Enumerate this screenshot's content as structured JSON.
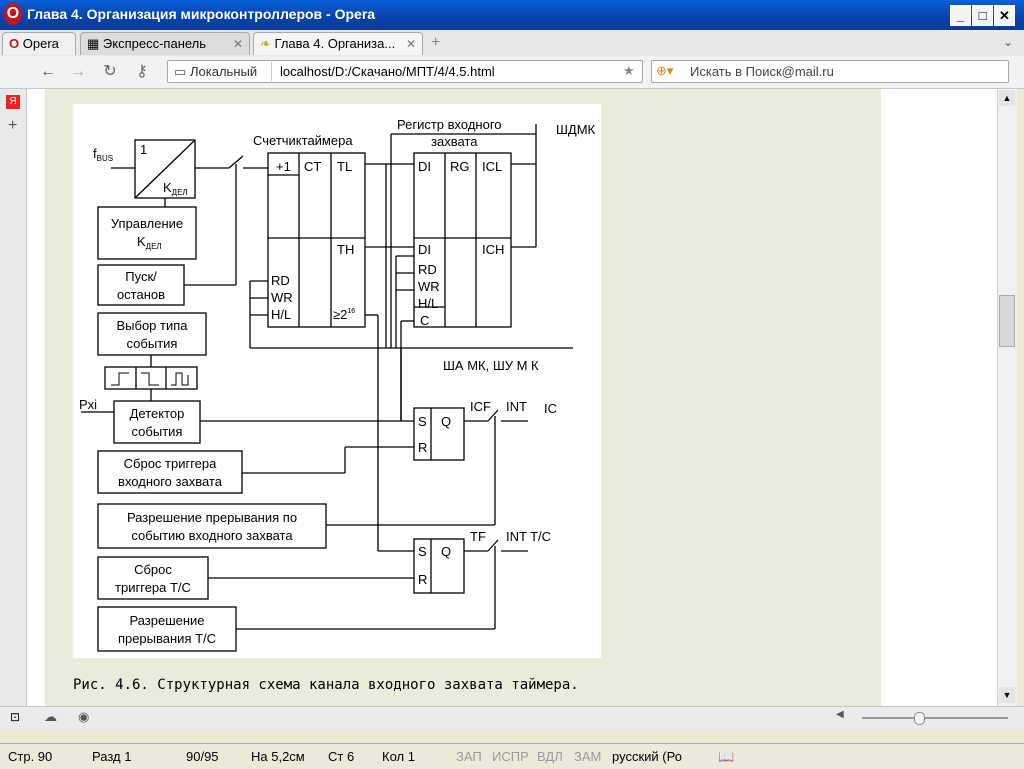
{
  "window": {
    "title": "Глава 4. Организация микроконтроллеров - Opera",
    "app_icon": "O"
  },
  "tabs": [
    {
      "label": "Opera"
    },
    {
      "label": "Экспресс-панель"
    },
    {
      "label": "Глава 4. Организа..."
    }
  ],
  "address": {
    "site_badge": "Локальный",
    "url": "localhost/D:/Скачано/МПТ/4/4.5.html"
  },
  "search": {
    "placeholder": "Искать в Поиск@mail.ru"
  },
  "diagram": {
    "fbus": "f",
    "fbus_sub": "BUS",
    "divider_top": "1",
    "divider_bottom": "K",
    "divider_bottom_sub": "ДЕЛ",
    "ctrl_line1": "Управление",
    "ctrl_line2": "K",
    "ctrl_line2_sub": "ДЕЛ",
    "start_line1": "Пуск/",
    "start_line2": "останов",
    "evtype_line1": "Выбор типа",
    "evtype_line2": "события",
    "pxi": "Pxi",
    "det_line1": "Детектор",
    "det_line2": "события",
    "reset_ic_line1": "Сброс триггера",
    "reset_ic_line2": "входного захвата",
    "en_ic_line1": "Разрешение прерывания по",
    "en_ic_line2": "событию входного захвата",
    "reset_tc_line1": "Сброс",
    "reset_tc_line2": "триггера T/C",
    "en_tc_line1": "Разрешение",
    "en_tc_line2": "прерывания T/C",
    "counter_title": "Счетчиктаймера",
    "c_plus1": "+1",
    "c_ct": "CT",
    "c_tl": "TL",
    "c_th": "TH",
    "c_rd": "RD",
    "c_wr": "WR",
    "c_hl": "H/L",
    "c_ge": "≥2",
    "c_ge_sup": "16",
    "reg_title1": "Регистр входного",
    "reg_title2": "захвата",
    "r_di": "DI",
    "r_rg": "RG",
    "r_icl": "ICL",
    "r_di2": "DI",
    "r_ich": "ICH",
    "r_rd": "RD",
    "r_wr": "WR",
    "r_hl": "H/L",
    "r_c": "C",
    "shdmk": "ШДМК",
    "bus_label": "ША МК, ШУ М К",
    "ff_s": "S",
    "ff_r": "R",
    "ff_q": "Q",
    "icf": "ICF",
    "int1": "INT",
    "ic": "IC",
    "tf": "TF",
    "int2": "INT  T/C"
  },
  "caption": "Рис. 4.6.  Структурная схема канала входного захвата таймера.",
  "status": {
    "page": "Стр. 90",
    "section": "Разд 1",
    "pages": "90/95",
    "at": "На 5,2см",
    "line": "Ст 6",
    "col": "Кол 1",
    "rec": "ЗАП",
    "trk": "ИСПР",
    "ext": "ВДЛ",
    "ovr": "ЗАМ",
    "lang": "русский (Ро"
  }
}
